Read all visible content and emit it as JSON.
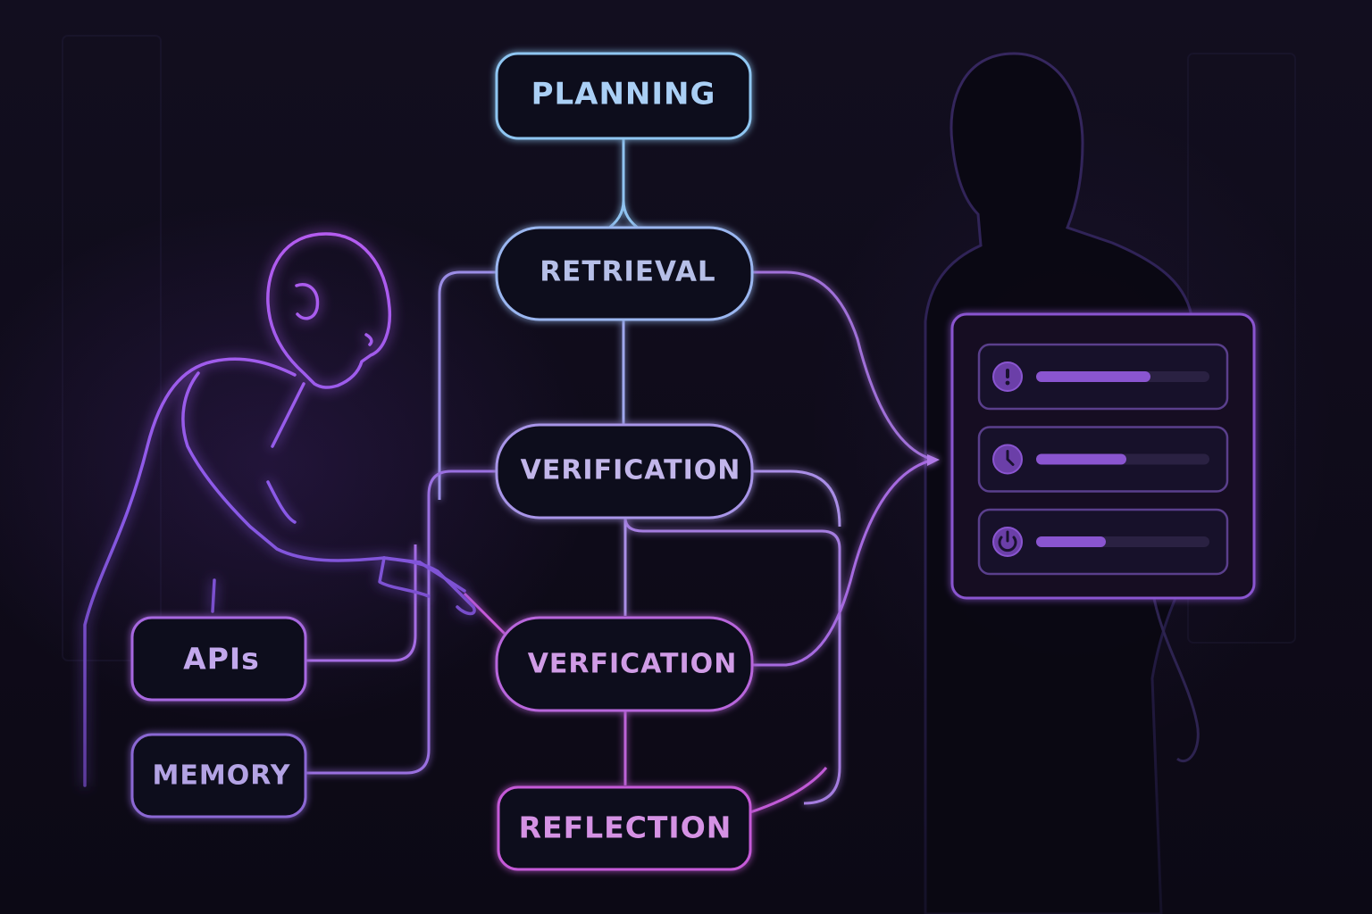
{
  "nodes": {
    "planning": "PLANNING",
    "retrieval": "RETRIEVAL",
    "verification_1": "VERIFICATION",
    "verification_2": "VERFICATION",
    "reflection": "REFLECTION",
    "apis": "APIs",
    "memory": "MEMORY"
  },
  "panel": {
    "rows": [
      {
        "icon": "exclamation-icon",
        "progress": 0.66
      },
      {
        "icon": "clock-icon",
        "progress": 0.52
      },
      {
        "icon": "power-icon",
        "progress": 0.4
      }
    ]
  },
  "colors": {
    "background": "#0d0a17",
    "blue": "#8fc3f0",
    "lavender": "#a98ee6",
    "purple": "#b45fe0",
    "magenta": "#c65ad8",
    "panel_purple": "#8a55d0"
  }
}
